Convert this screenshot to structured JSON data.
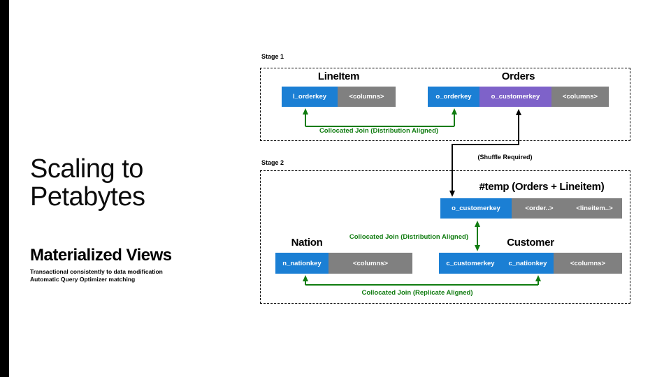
{
  "colors": {
    "blue": "#1b7fd4",
    "purple": "#7e62c9",
    "gray": "#808080",
    "green": "#107c10",
    "black": "#000000"
  },
  "left_panel": {
    "title_line1": "Scaling to",
    "title_line2": "Petabytes",
    "heading": "Materialized Views",
    "bullet1": "Transactional consistently to data modification",
    "bullet2": "Automatic Query Optimizer matching"
  },
  "diagram": {
    "stage1": {
      "label": "Stage 1",
      "lineitem": {
        "title": "LineItem",
        "cells": [
          {
            "label": "l_orderkey",
            "color": "blue"
          },
          {
            "label": "<columns>",
            "color": "gray"
          }
        ]
      },
      "orders": {
        "title": "Orders",
        "cells": [
          {
            "label": "o_orderkey",
            "color": "blue"
          },
          {
            "label": "o_customerkey",
            "color": "purple"
          },
          {
            "label": "<columns>",
            "color": "gray"
          }
        ]
      },
      "join_label": "Collocated Join (Distribution Aligned)"
    },
    "shuffle_label": "(Shuffle Required)",
    "stage2": {
      "label": "Stage 2",
      "temp": {
        "title": "#temp (Orders + Lineitem)",
        "cells": [
          {
            "label": "o_customerkey",
            "color": "blue"
          },
          {
            "label": "<order..>",
            "color": "gray"
          },
          {
            "label": "<lineitem..>",
            "color": "gray"
          }
        ]
      },
      "join_label_distribution": "Collocated Join (Distribution Aligned)",
      "nation": {
        "title": "Nation",
        "cells": [
          {
            "label": "n_nationkey",
            "color": "blue"
          },
          {
            "label": "<columns>",
            "color": "gray"
          }
        ]
      },
      "customer": {
        "title": "Customer",
        "cells": [
          {
            "label": "c_customerkey",
            "color": "blue"
          },
          {
            "label": "c_nationkey",
            "color": "blue"
          },
          {
            "label": "<columns>",
            "color": "gray"
          }
        ]
      },
      "join_label_replicate": "Collocated Join (Replicate Aligned)"
    }
  }
}
